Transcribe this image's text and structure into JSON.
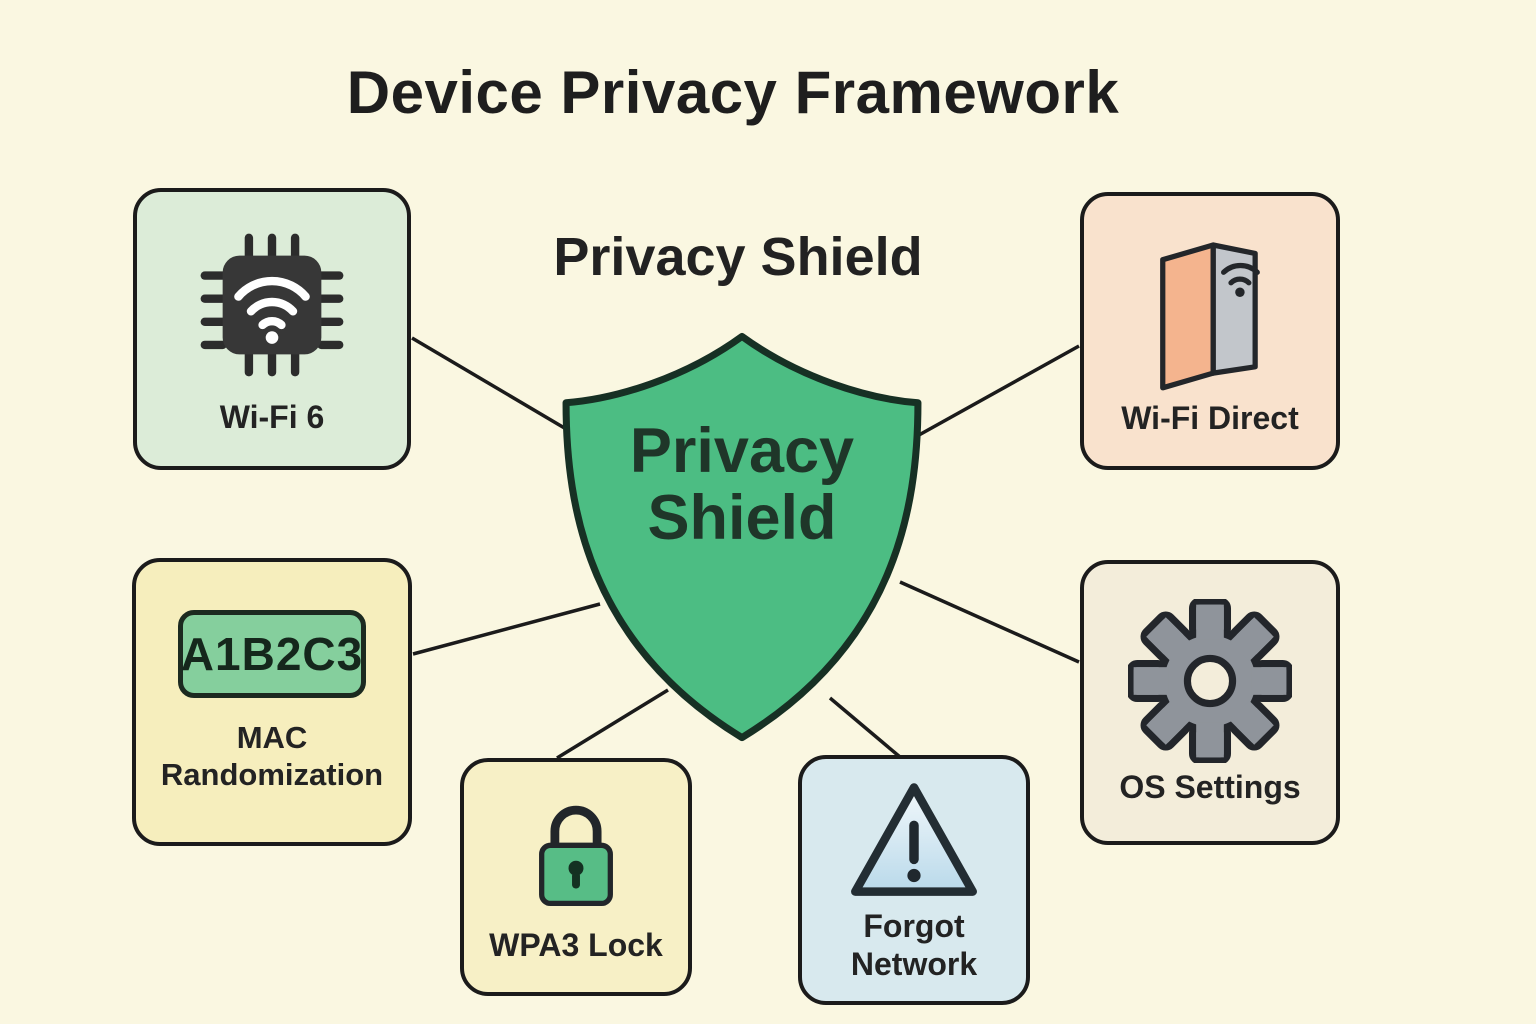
{
  "title": "Device Privacy Framework",
  "subtitle": "Privacy Shield",
  "shield": {
    "label_lines": [
      "Privacy",
      "Shield"
    ],
    "fill": "#4cbd83",
    "stroke": "#173024"
  },
  "nodes": [
    {
      "id": "wifi-6",
      "label": "Wi-Fi 6",
      "icon": "wifi-chip-icon",
      "bg": "#dcecd8"
    },
    {
      "id": "wifi-direct",
      "label": "Wi-Fi Direct",
      "icon": "door-wifi-icon",
      "bg": "#f9e2cd"
    },
    {
      "id": "mac-randomization",
      "label_lines": [
        "MAC",
        "Randomization"
      ],
      "badge": "A1B2C3",
      "icon": "mac-address-badge",
      "bg": "#f6eebd",
      "badge_bg": "#85cf9d"
    },
    {
      "id": "wpa3-lock",
      "label": "WPA3 Lock",
      "icon": "padlock-icon",
      "bg": "#f7f0c6",
      "lock_bg": "#57bd86"
    },
    {
      "id": "forgot-network",
      "label_lines": [
        "Forgot",
        "Network"
      ],
      "icon": "warning-triangle-icon",
      "bg": "#d8e9ee"
    },
    {
      "id": "os-settings",
      "label": "OS Settings",
      "icon": "gear-icon",
      "bg": "#f3edda"
    }
  ],
  "colors": {
    "background": "#faf7e1",
    "line": "#1b1b1b",
    "card_border": "#1b1b1b",
    "text": "#222222"
  }
}
